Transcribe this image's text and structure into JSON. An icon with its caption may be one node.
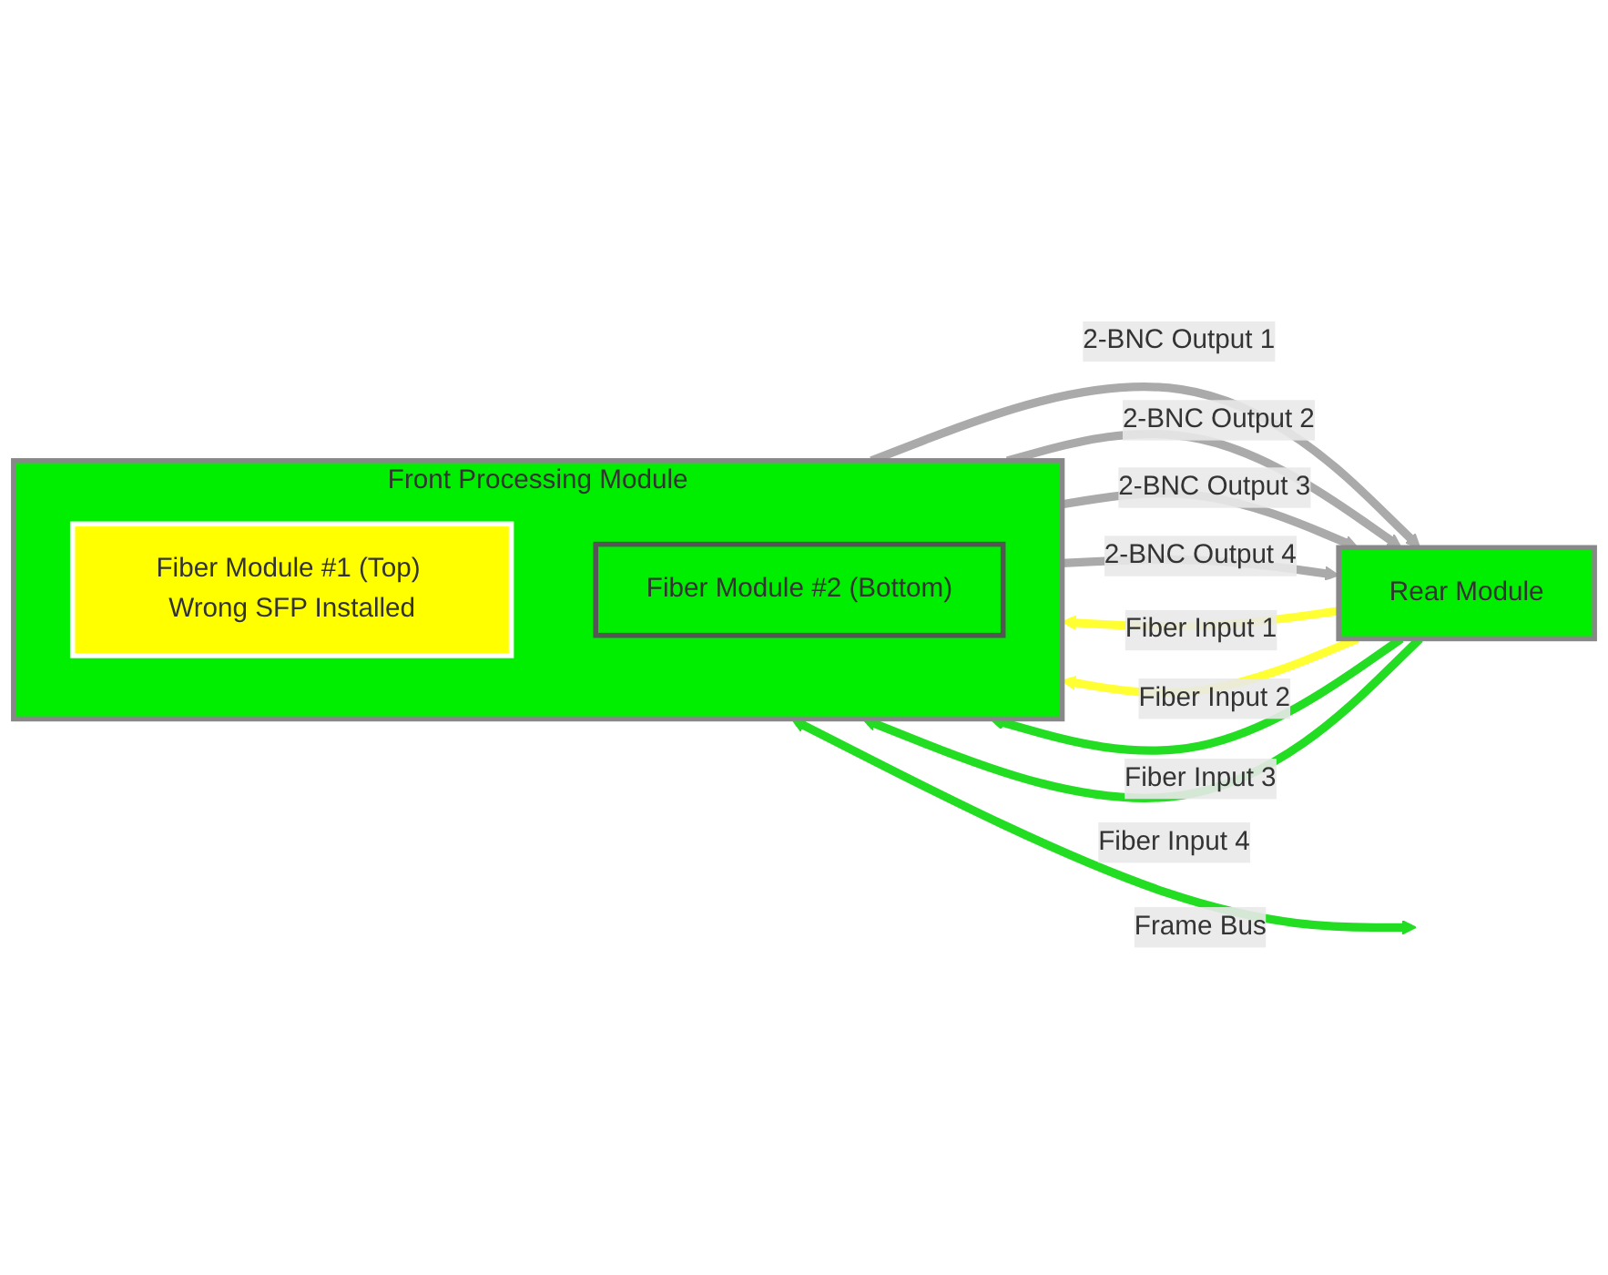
{
  "diagram": {
    "nodes": [
      {
        "text": [
          "Rear Module"
        ]
      },
      {
        "text": [
          "Front Processing Module"
        ]
      },
      {
        "text": [
          "Fiber Module #1 (Top) Wrong SFP Installed"
        ],
        "in": 1
      },
      {
        "text": [
          "Fiber Module #2 (Bottom)"
        ],
        "in": 1
      }
    ],
    "edges": [
      {
        "from": 0,
        "to": 1,
        "arrow": "to",
        "label": "Fiber Input 1",
        "color": "#ffff33"
      },
      {
        "from": 0,
        "to": 1,
        "arrow": "to",
        "label": "Fiber Input 2",
        "color": "#ffff33"
      },
      {
        "from": 0,
        "to": 1,
        "arrow": "to",
        "label": "Fiber Input 3",
        "color": "#22dd22"
      },
      {
        "from": 0,
        "to": 1,
        "arrow": "to",
        "label": "Fiber Input 4",
        "color": "#22dd22"
      },
      {
        "from": 1,
        "to": 0,
        "arrow": "to",
        "label": "2-BNC Output 1"
      },
      {
        "from": 1,
        "to": 0,
        "arrow": "to",
        "label": "2-BNC Output 2"
      },
      {
        "from": 1,
        "to": 0,
        "arrow": "to",
        "label": "2-BNC Output 3"
      },
      {
        "from": 1,
        "to": 0,
        "arrow": "to",
        "label": "2-BNC Output 4"
      },
      {
        "from": 1,
        "to": null,
        "arrow": "both",
        "label": "Frame Bus",
        "color": "#22dd22"
      }
    ]
  }
}
